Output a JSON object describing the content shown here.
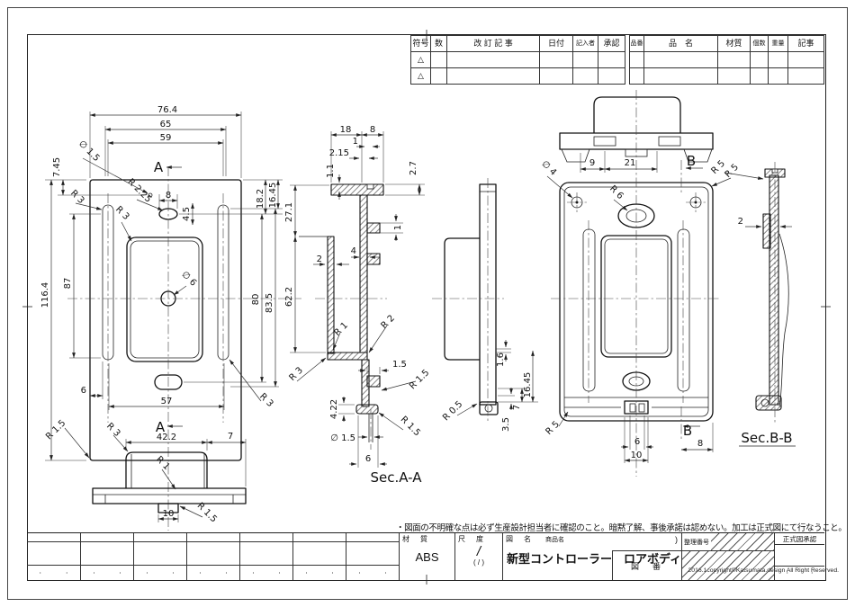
{
  "sheet": {
    "note": "・図面の不明確な点は必ず生産設計担当者に確認のこと。暗黙了解、事後承諾は認めない。加工は正式図にて行なうこと。",
    "copyright": "2016.1copyright©Katsumata.design  All Right  Reserved."
  },
  "revision_table": {
    "headers": {
      "symbol": "符号",
      "qty": "数",
      "revision": "改 訂 記 事",
      "date": "日付",
      "writer": "記入者",
      "approval": "承認",
      "part_no": "品番",
      "part_name": "品　名",
      "material": "材質",
      "count": "個数",
      "weight": "重量",
      "notes": "記事"
    },
    "triangle": "△"
  },
  "title_block": {
    "material_label": "材　質",
    "material_value": "ABS",
    "scale_label": "尺　度",
    "scale_value": "/",
    "scale_paren": "( / )",
    "name_label": "図　名",
    "product_label": "商品名",
    "drawing_name": "新型コントローラー　ロアボディ",
    "paren": ")",
    "drawing_no_label": "図　番",
    "control_no_label": "整理番号",
    "official_label": "正式図承認",
    "dot": "・"
  },
  "dims": {
    "front": {
      "overall_w": "76.4",
      "w65": "65",
      "w59": "59",
      "sec_a_top": "A",
      "sec_a_bot": "A",
      "d7_45": "7.45",
      "dia1_5": "∅ 1.5",
      "r3a": "R 3",
      "r3b": "R 3",
      "r2_25": "R 2.25",
      "w8": "8",
      "h4_5": "4.5",
      "h18_2": "18.2",
      "h16_45": "16.45",
      "overall_h": "116.4",
      "h87": "87",
      "dia6": "∅ 6",
      "h80": "80",
      "h83_5": "83.5",
      "w6": "6",
      "w57": "57",
      "r3c": "R 3",
      "r1_5": "R 1.5"
    },
    "bottom": {
      "r3": "R 3",
      "w42_2": "42.2",
      "w7": "7",
      "r1": "R 1",
      "w10": "10",
      "r1_5": "R 1.5"
    },
    "seca": {
      "w18": "18",
      "w8": "8",
      "w1": "1",
      "w2_15": "2.15",
      "h1_1": "1.1",
      "h2_7": "2.7",
      "h27_1": "27.1",
      "h1": "1",
      "h62_2": "62.2",
      "t2": "2",
      "w4": "4",
      "r3": "R 3",
      "r1": "R 1",
      "r2": "R 2",
      "w1_5": "1.5",
      "r1_5a": "R 1.5",
      "h4_22": "4.22",
      "r1_5b": "R 1.5",
      "dia1_5": "∅ 1.5",
      "w6": "6",
      "label": "Sec.A-A"
    },
    "side": {
      "r0_5": "R 0.5",
      "h1_6": "1.6",
      "h16_45": "16.45",
      "h7": "7",
      "h3_5": "3.5"
    },
    "back": {
      "w9": "9",
      "w21": "21",
      "sec_b_top": "B",
      "sec_b_bot": "B",
      "dia4": "∅ 4",
      "r6": "R 6",
      "r5a": "R 5",
      "r5b": "R 5",
      "w6": "6",
      "w10": "10",
      "w8": "8"
    },
    "secb": {
      "r5": "R 5",
      "t2": "2",
      "label": "Sec.B-B"
    }
  }
}
